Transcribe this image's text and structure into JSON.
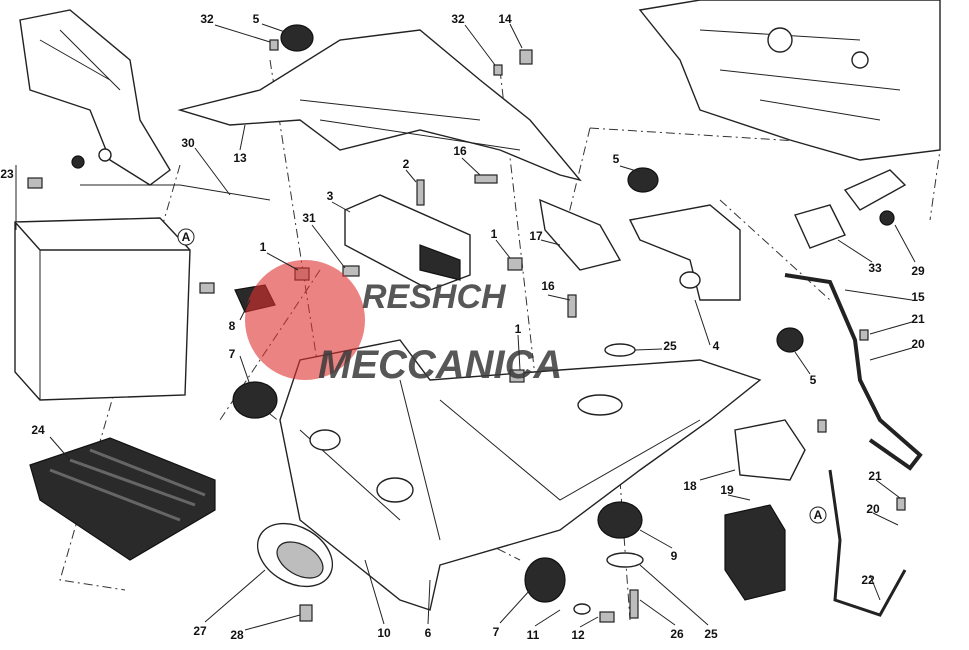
{
  "diagram": {
    "title": "Battery holder / electrical components exploded view",
    "callouts": [
      "32",
      "5",
      "32",
      "14",
      "30",
      "13",
      "23",
      "2",
      "16",
      "3",
      "31",
      "1",
      "1",
      "17",
      "5",
      "33",
      "29",
      "15",
      "21",
      "20",
      "16",
      "8",
      "1",
      "25",
      "4",
      "5",
      "7",
      "24",
      "18",
      "19",
      "21",
      "20",
      "9",
      "22",
      "27",
      "28",
      "10",
      "6",
      "7",
      "11",
      "12",
      "26",
      "25"
    ],
    "connector_marks": [
      "A",
      "A"
    ],
    "watermark": {
      "line1": "RESHCH",
      "line2": "MECCANICA",
      "color": "#e03030"
    }
  }
}
